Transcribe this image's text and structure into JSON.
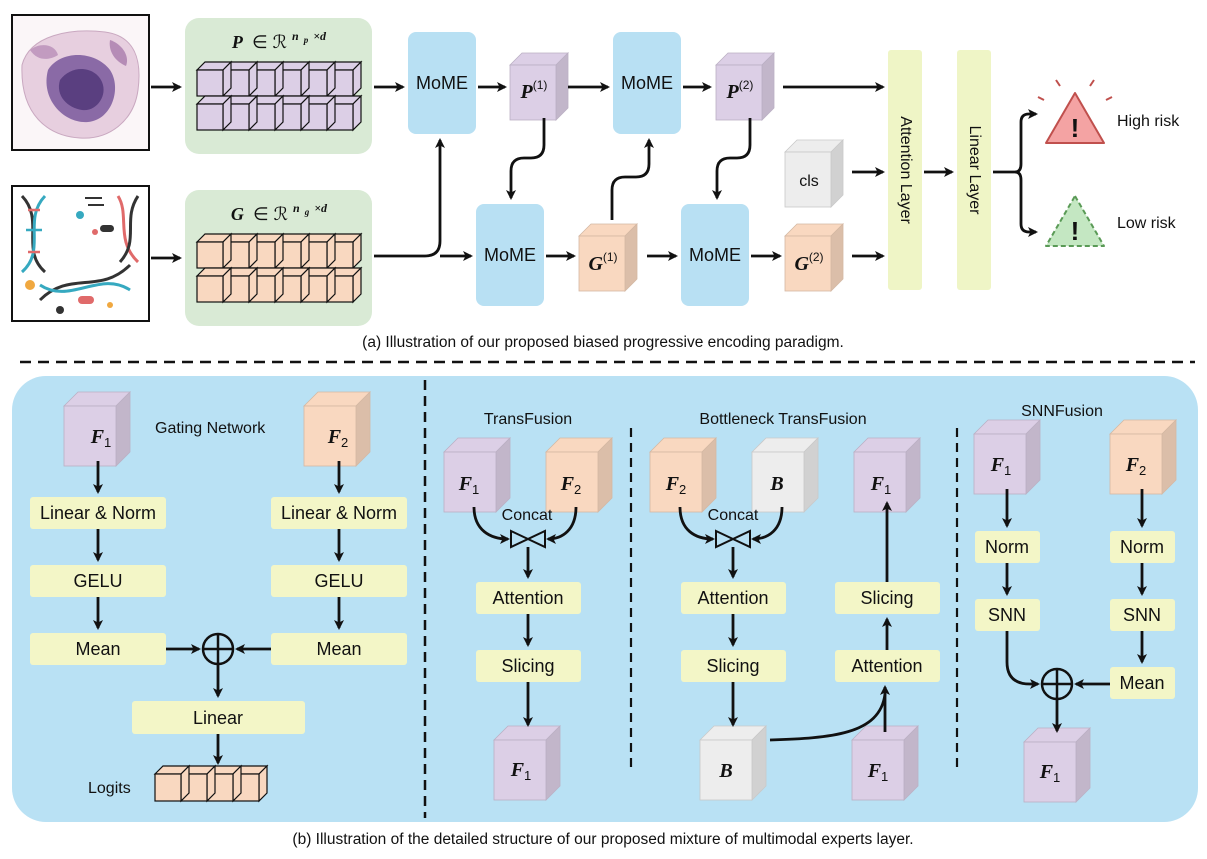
{
  "colors": {
    "background": "#ffffff",
    "green_panel": "#d9ead5",
    "mome_box": "#b8e0f3",
    "layer_box": "#eff5c6",
    "purple_cube": "#dccfe6",
    "orange_cube": "#f9d8c0",
    "gray_cube": "#ededed",
    "blue_panel": "#b9e1f4",
    "step_box": "#f3f6c7",
    "high_risk": "#f4a3a3",
    "low_risk": "#c4e7c2",
    "line": "#111111"
  },
  "top": {
    "caption": "(a) Illustration of our proposed biased progressive encoding paradigm.",
    "path_icon": "histopathology-slide-image",
    "genomic_icon": "dna-genomics-icon",
    "p_embed": {
      "symbol": "P",
      "rest": "∈ ℛ",
      "sup": "n",
      "sup_sub": "p",
      "sup_tail": "×d"
    },
    "g_embed": {
      "symbol": "G",
      "rest": "∈ ℛ",
      "sup": "n",
      "sup_sub": "g",
      "sup_tail": "×d"
    },
    "mome": "MoME",
    "p1": {
      "sym": "P",
      "sup": "(1)"
    },
    "p2": {
      "sym": "P",
      "sup": "(2)"
    },
    "g1": {
      "sym": "G",
      "sup": "(1)"
    },
    "g2": {
      "sym": "G",
      "sup": "(2)"
    },
    "cls": "cls",
    "attention_layer": "Attention Layer",
    "linear_layer": "Linear Layer",
    "high_risk": "High risk",
    "low_risk": "Low risk",
    "warn_mark": "!"
  },
  "bottom": {
    "caption": "(b) Illustration of the detailed structure of our proposed mixture of multimodal experts layer.",
    "f1": {
      "sym": "F",
      "sub": "1"
    },
    "f2": {
      "sym": "F",
      "sub": "2"
    },
    "b": {
      "sym": "B"
    },
    "gating": {
      "title": "Gating Network",
      "linear_norm": "Linear & Norm",
      "gelu": "GELU",
      "mean": "Mean",
      "linear": "Linear",
      "logits": "Logits"
    },
    "transfusion": {
      "title": "TransFusion",
      "concat": "Concat",
      "attention": "Attention",
      "slicing": "Slicing"
    },
    "bottleneck": {
      "title": "Bottleneck TransFusion",
      "concat": "Concat",
      "attention": "Attention",
      "slicing": "Slicing"
    },
    "snn": {
      "title": "SNNFusion",
      "norm": "Norm",
      "snn": "SNN",
      "mean": "Mean"
    }
  }
}
